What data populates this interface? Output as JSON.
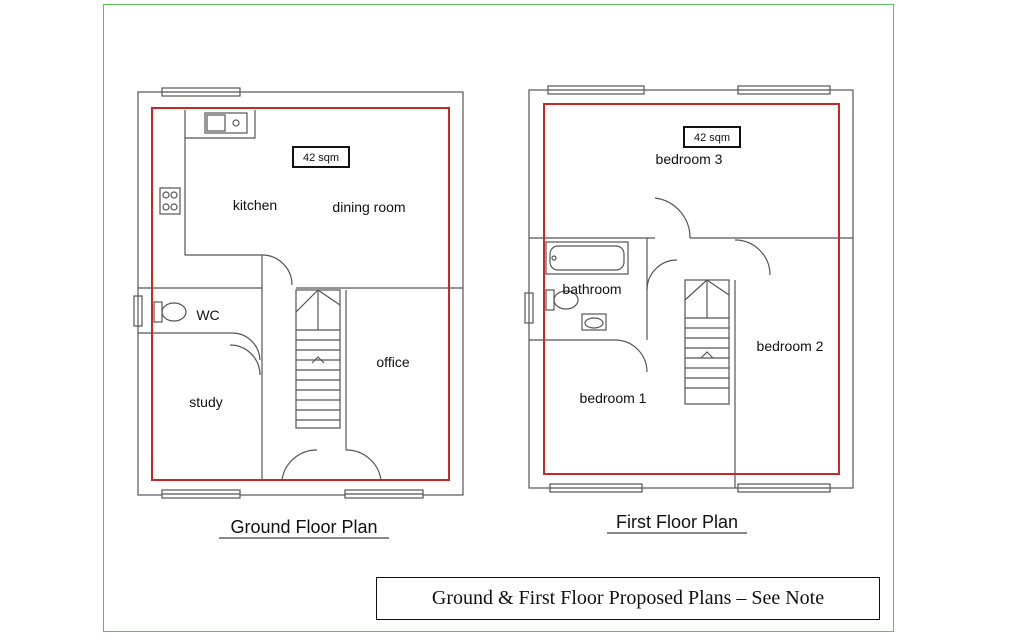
{
  "ground_floor": {
    "title": "Ground Floor Plan",
    "area": "42 sqm",
    "rooms": [
      "kitchen",
      "dining room",
      "WC",
      "office",
      "study"
    ]
  },
  "first_floor": {
    "title": "First Floor Plan",
    "area": "42 sqm",
    "rooms": [
      "bedroom 3",
      "bathroom",
      "bedroom 2",
      "bedroom 1"
    ]
  },
  "caption": "Ground & First Floor Proposed Plans – See Note",
  "colors": {
    "frame": "#5fbf5f",
    "outline": "#c62828",
    "walls": "#555555"
  }
}
